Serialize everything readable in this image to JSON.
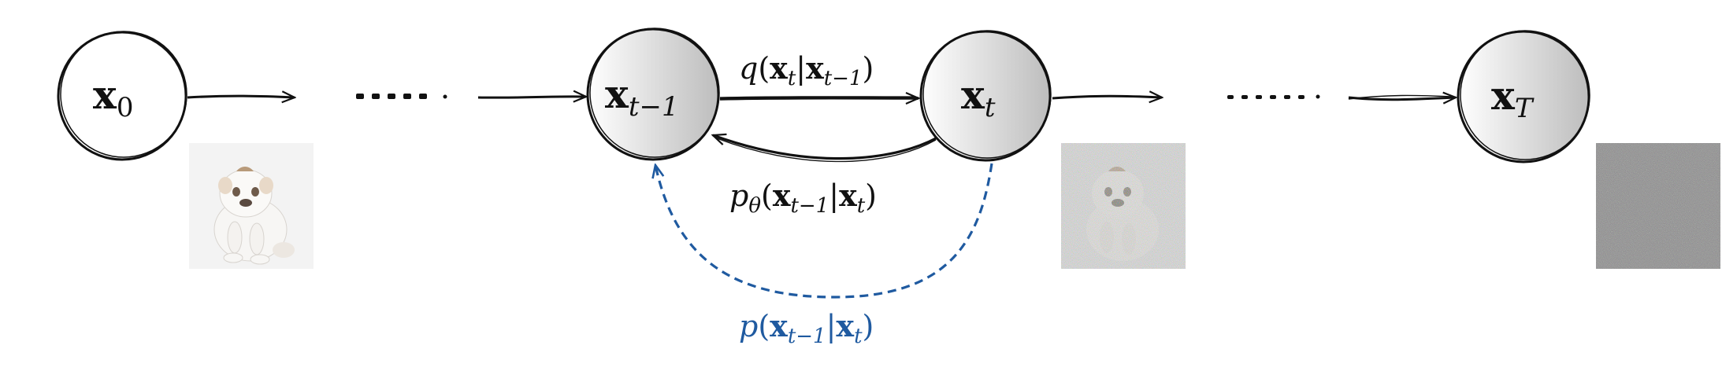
{
  "nodes": {
    "x0": {
      "base": "x",
      "sub": "0"
    },
    "xt1": {
      "base": "x",
      "sub": "t−1"
    },
    "xt": {
      "base": "x",
      "sub": "t"
    },
    "xT": {
      "base": "x",
      "sub": "T"
    }
  },
  "edges": {
    "forward_label": {
      "fn": "q",
      "a": "x",
      "a_sub": "t",
      "b": "x",
      "b_sub": "t−1"
    },
    "reverse_label": {
      "fn": "p",
      "fn_sub": "θ",
      "a": "x",
      "a_sub": "t−1",
      "b": "x",
      "b_sub": "t"
    },
    "true_reverse_label": {
      "fn": "p",
      "a": "x",
      "a_sub": "t−1",
      "b": "x",
      "b_sub": "t"
    }
  },
  "colors": {
    "ink": "#111111",
    "blue": "#1f5aa0",
    "node_fill_light": "#ffffff",
    "node_fill_dark": "#bdbdbd"
  },
  "images": {
    "clean": "bulldog-puppy-image",
    "noisy": "noisy-bulldog-image",
    "pure_noise": "gaussian-noise-image"
  }
}
